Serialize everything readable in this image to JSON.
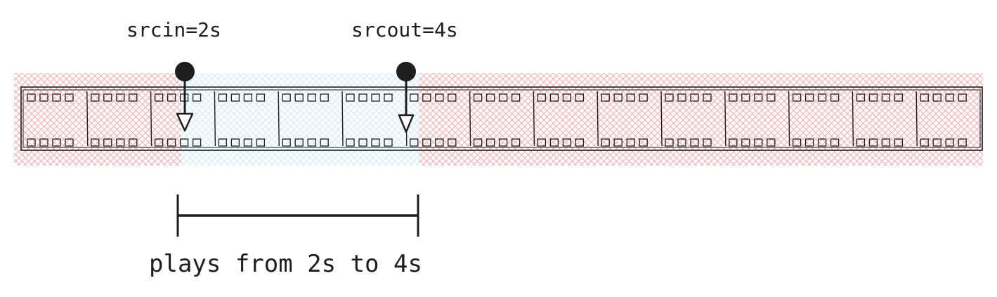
{
  "markers": {
    "srcin": "srcin=2s",
    "srcout": "srcout=4s"
  },
  "range_label": "plays from 2s to 4s",
  "colors": {
    "ink": "#1e1e1e",
    "excluded_hatch": "#f08c8c",
    "included_hatch": "#a5d8ff"
  },
  "film": {
    "frame_count": 15,
    "excluded_before_s": 2,
    "included_from_s": 2,
    "included_to_s": 4
  }
}
